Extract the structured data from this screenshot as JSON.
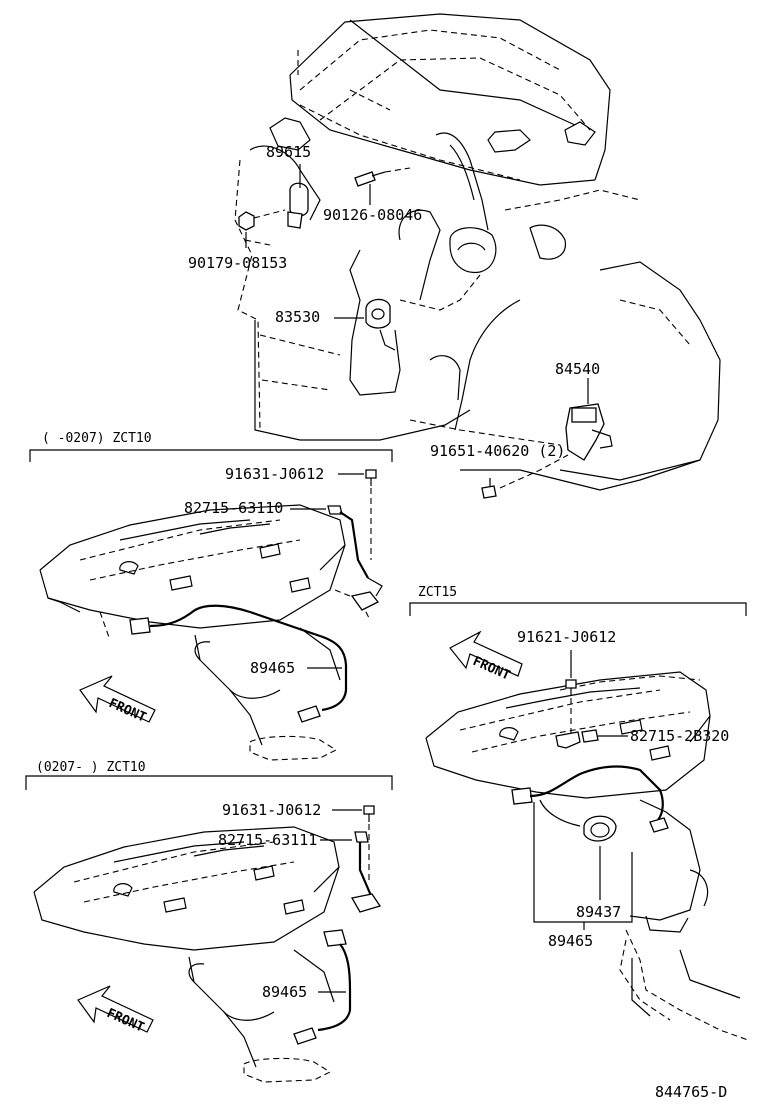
{
  "labels": {
    "p89615": "89615",
    "p90126": "90126-08046",
    "p90179": "90179-08153",
    "p83530": "83530",
    "p84540": "84540",
    "p91651": "91651-40620 (2)",
    "s1_header": "(      -0207) ZCT10",
    "s1_bolt": "91631-J0612",
    "s1_bracket": "82715-63110",
    "s1_sensor": "89465",
    "s1_front": "FRONT",
    "s2_header": "(0207-      ) ZCT10",
    "s2_bolt": "91631-J0612",
    "s2_bracket": "82715-63111",
    "s2_sensor": "89465",
    "s2_front": "FRONT",
    "s3_header": "ZCT15",
    "s3_bolt": "91621-J0612",
    "s3_bracket": "82715-2B320",
    "s3_part": "89437",
    "s3_sensor": "89465",
    "s3_front": "FRONT",
    "diagram_id": "844765-D"
  }
}
